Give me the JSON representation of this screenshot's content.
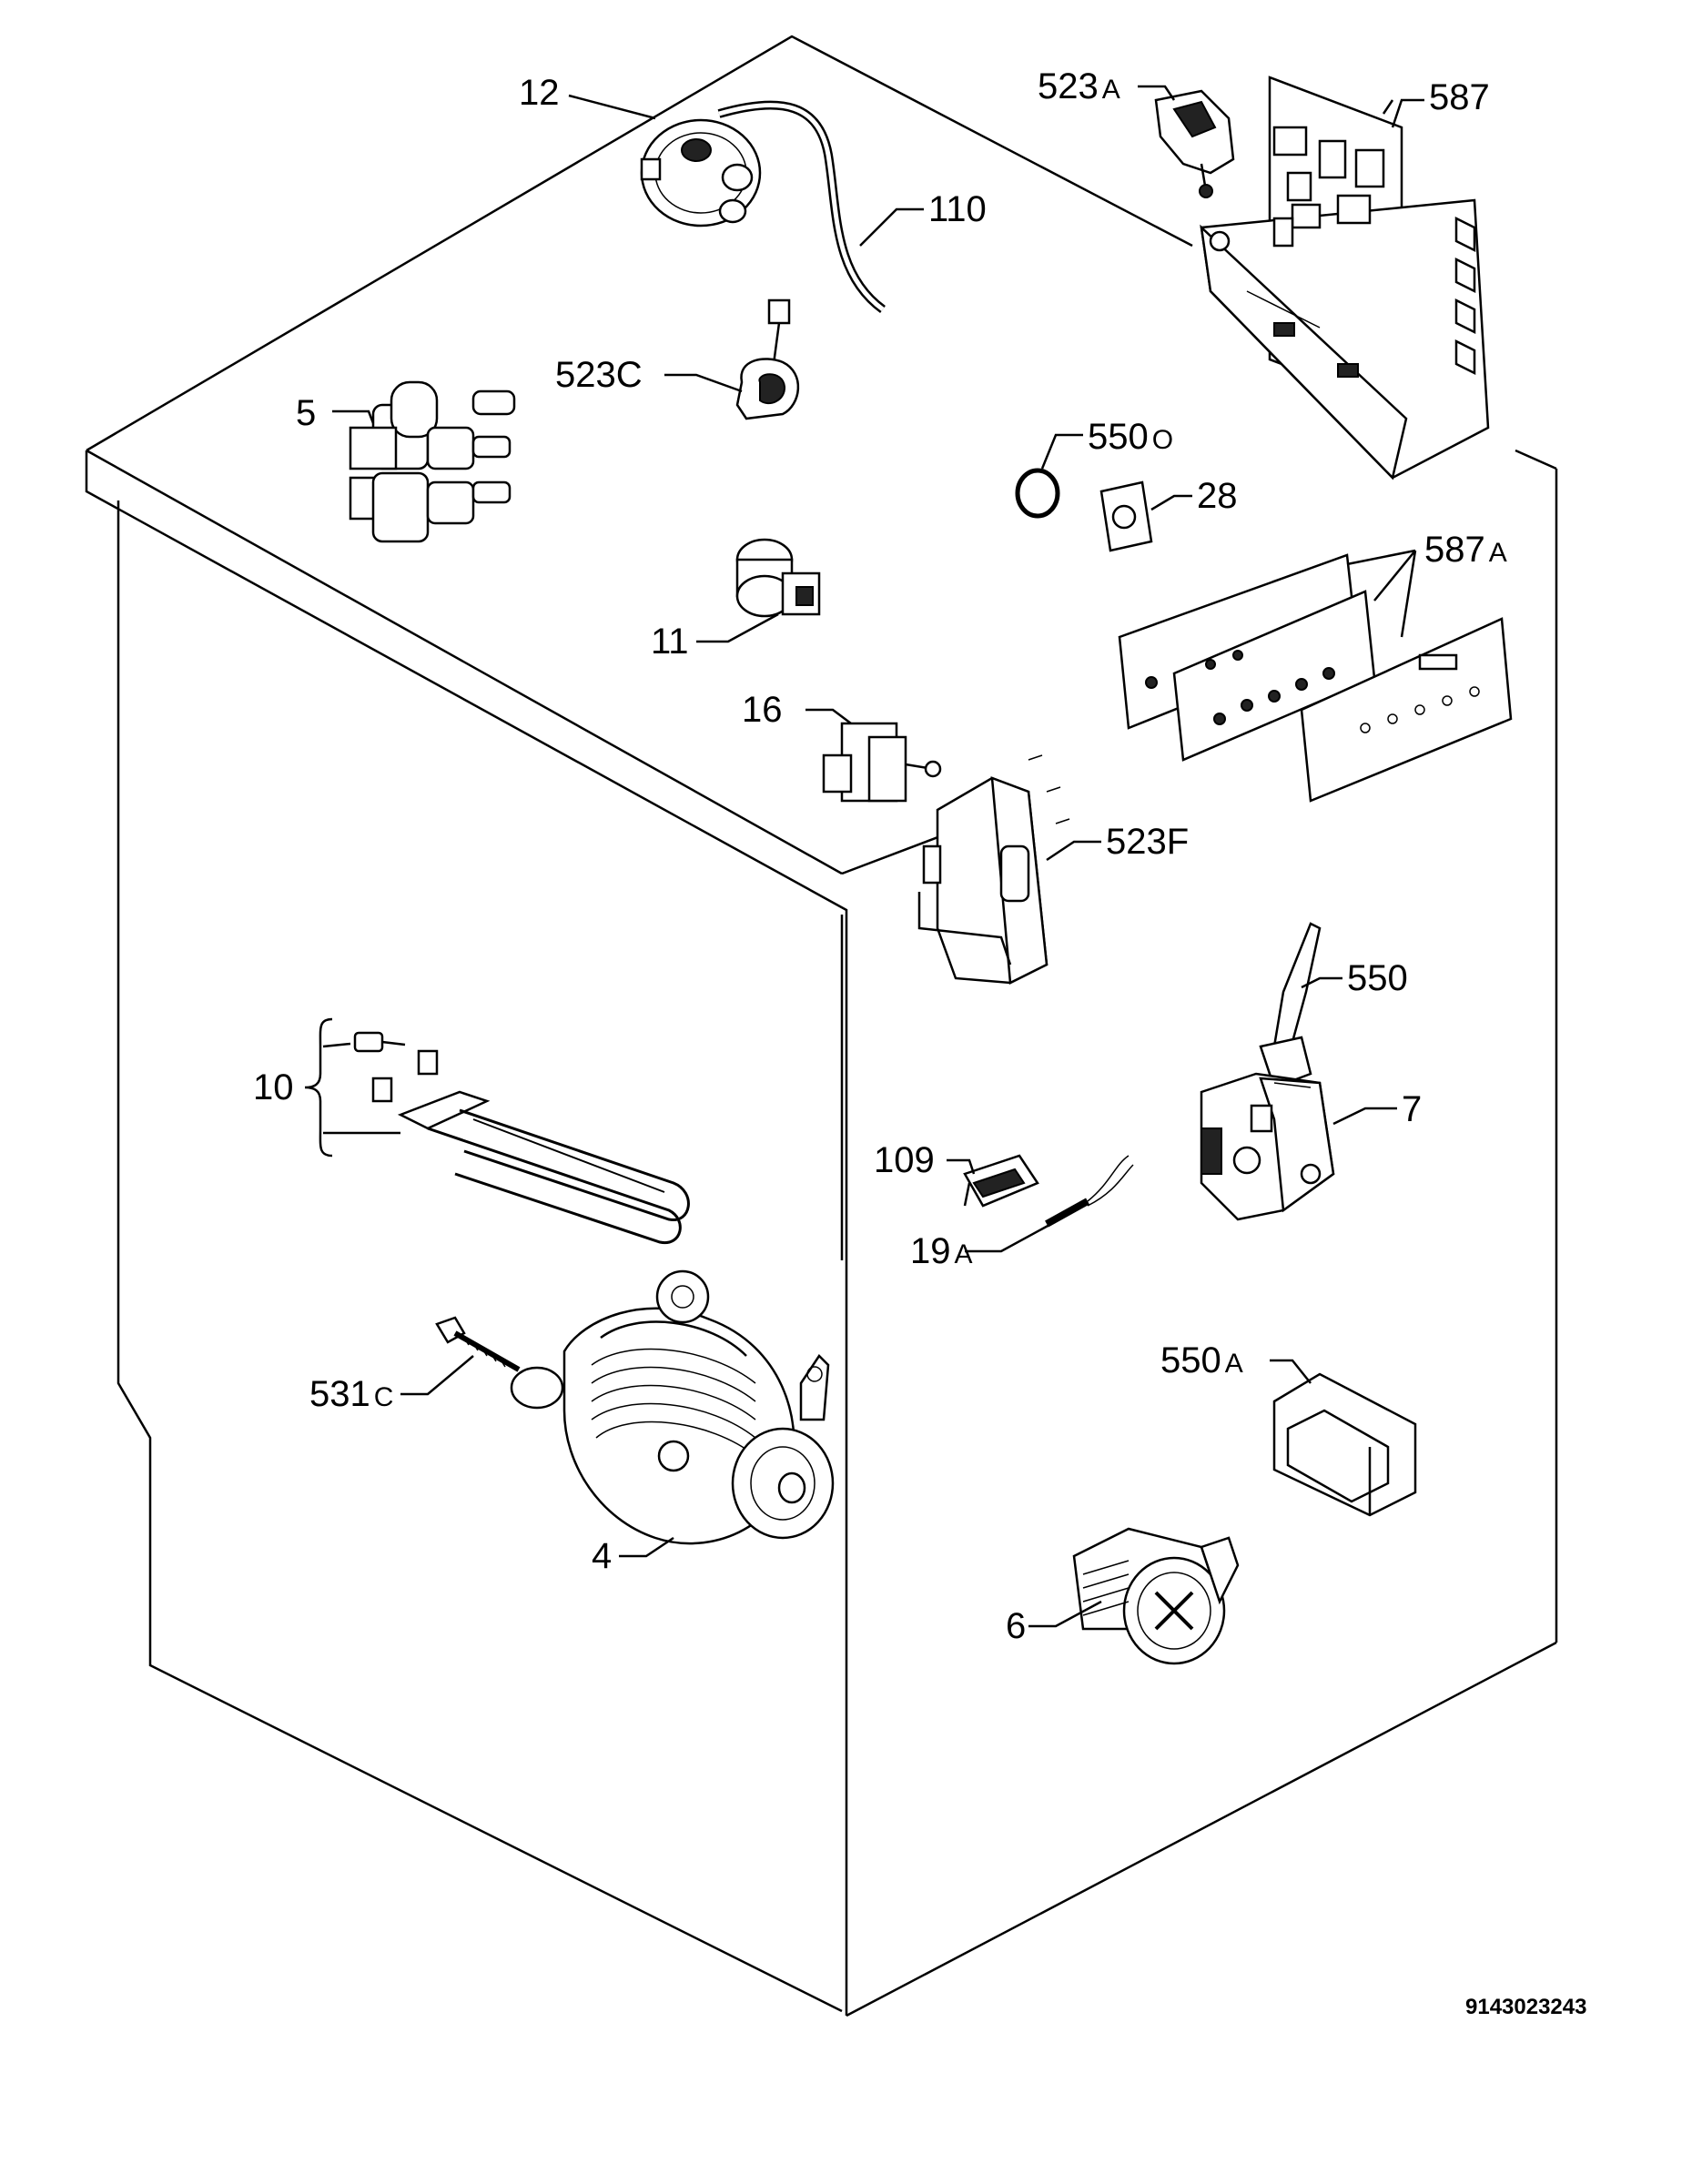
{
  "labels": {
    "p12": "12",
    "p110": "110",
    "p523a_num": "523",
    "p523a_suf": "A",
    "p587": "587",
    "p523c": "523C",
    "p5": "5",
    "p550o_num": "550",
    "p550o_suf": "O",
    "p28": "28",
    "p587a_num": "587",
    "p587a_suf": "A",
    "p11": "11",
    "p16": "16",
    "p523f": "523F",
    "p550": "550",
    "p10": "10",
    "p7": "7",
    "p109": "109",
    "p19a_num": "19",
    "p19a_suf": "A",
    "p550a_num": "550",
    "p550a_suf": "A",
    "p531c_num": "531",
    "p531c_suf": "C",
    "p4": "4",
    "p6": "6"
  },
  "drawing_code": "9143023243"
}
